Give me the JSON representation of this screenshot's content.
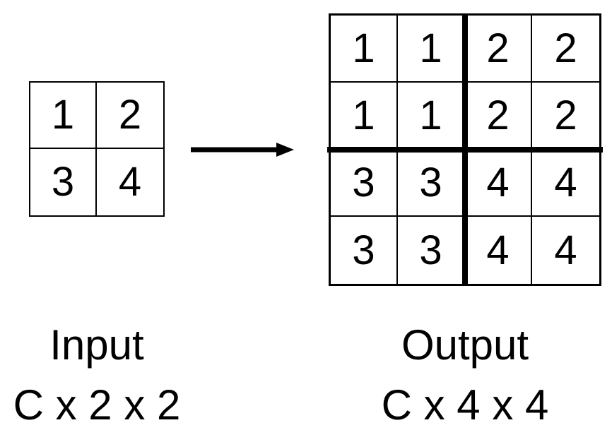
{
  "diagram": {
    "colors": {
      "foreground": "#000000",
      "background": "#ffffff"
    },
    "icons": {
      "arrow": "right-arrow-icon"
    },
    "input": {
      "label": "Input",
      "dims": "C x 2 x 2",
      "cells": [
        [
          "1",
          "2"
        ],
        [
          "3",
          "4"
        ]
      ]
    },
    "output": {
      "label": "Output",
      "dims": "C x 4 x 4",
      "cells": [
        [
          "1",
          "1",
          "2",
          "2"
        ],
        [
          "1",
          "1",
          "2",
          "2"
        ],
        [
          "3",
          "3",
          "4",
          "4"
        ],
        [
          "3",
          "3",
          "4",
          "4"
        ]
      ]
    }
  }
}
